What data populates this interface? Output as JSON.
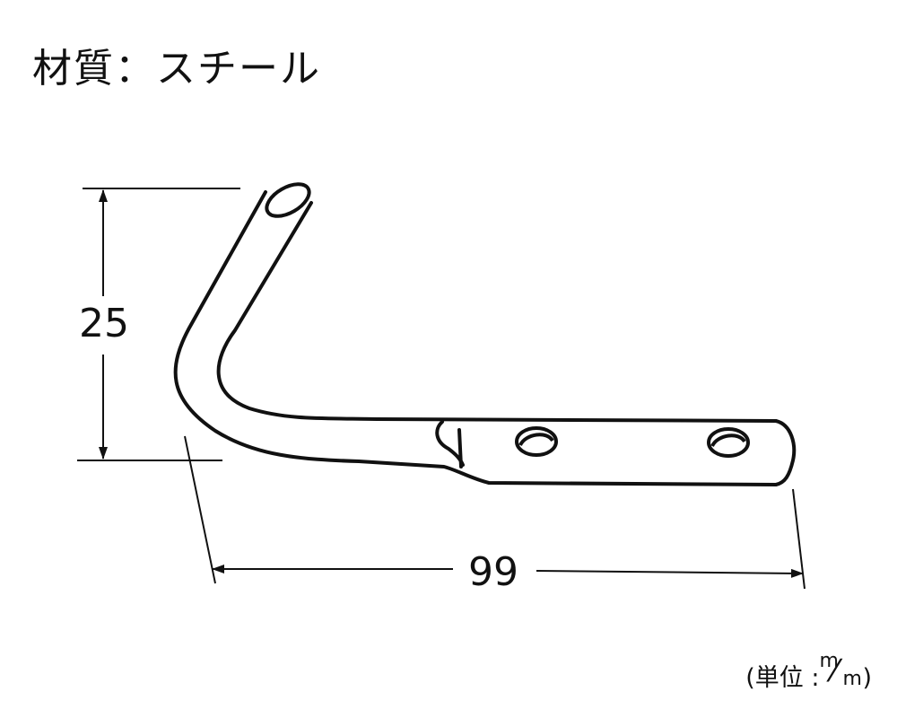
{
  "material_label": "材質：スチール",
  "dimensions": {
    "height": "25",
    "length": "99"
  },
  "unit_note": {
    "prefix": "(単位 :",
    "numerator": "m",
    "slash": "⁄",
    "denominator": "m",
    "suffix": ")"
  }
}
